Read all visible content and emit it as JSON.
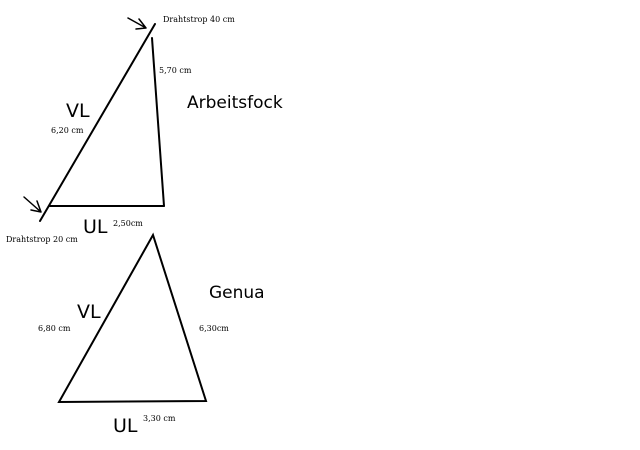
{
  "sail_upper": {
    "name": "Arbeitsfock",
    "strop_head": "Drahtstrop 40 cm",
    "strop_tack": "Drahtstrop 20 cm",
    "luff_label": "VL",
    "luff_length": "6,20 cm",
    "leech_length": "5,70 cm",
    "foot_label": "UL",
    "foot_length": "2,50cm"
  },
  "sail_lower": {
    "name": "Genua",
    "luff_label": "VL",
    "luff_length": "6,80 cm",
    "leech_length": "6,30cm",
    "foot_label": "UL",
    "foot_length": "3,30 cm"
  }
}
